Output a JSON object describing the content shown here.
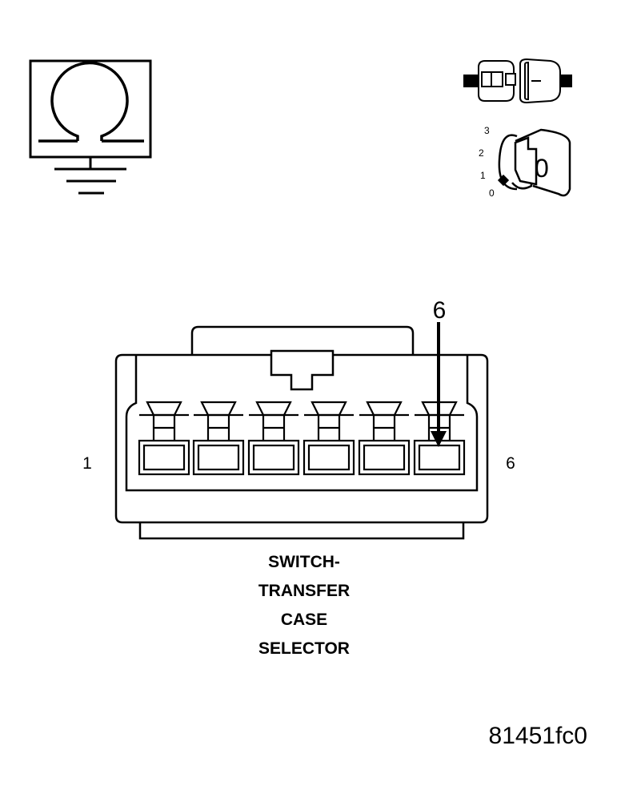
{
  "title_lines": [
    "SWITCH-",
    "TRANSFER",
    "CASE",
    "SELECTOR"
  ],
  "pin_labels": {
    "left": "1",
    "right": "6"
  },
  "callout_label": "6",
  "figure_id": "81451fc0",
  "ignition_dial": {
    "positions": [
      "3",
      "2",
      "1",
      "0"
    ],
    "key_position": "0"
  },
  "icons": {
    "ohmmeter": "ohmmeter-ground-icon",
    "disconnect": "connector-disconnect-icon",
    "ignition": "ignition-off-icon"
  },
  "colors": {
    "line": "#000000",
    "background": "#ffffff"
  }
}
